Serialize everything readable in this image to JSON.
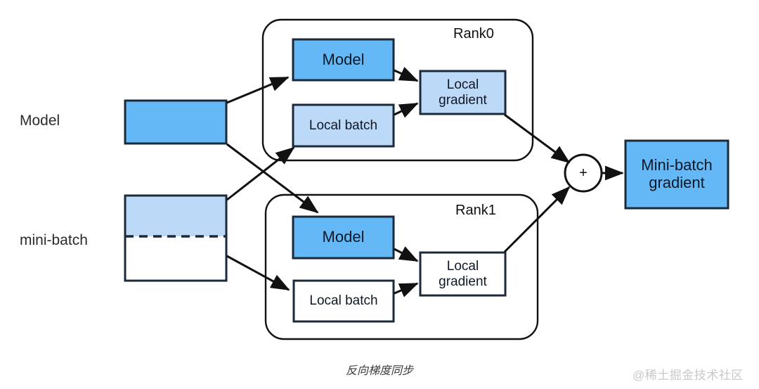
{
  "diagram": {
    "title_caption": "反向梯度同步",
    "watermark": "@稀土掘金技术社区",
    "colors": {
      "model_blue": "#63b8f5",
      "light_blue": "#bcd9f7",
      "white": "#ffffff",
      "stroke": "#1b2a3a",
      "arrow": "#111111",
      "text": "#101828",
      "watermark_gray": "#c9c9c9"
    },
    "side_labels": [
      {
        "id": "model-source-label",
        "text": "Model"
      },
      {
        "id": "mini-batch-source-label",
        "text": "mini-batch"
      }
    ],
    "source_boxes": [
      {
        "id": "model-source-box",
        "text": "",
        "fill": "#63b8f5"
      },
      {
        "id": "mini-batch-source-box",
        "text": "",
        "fill_top": "#bcd9f7",
        "fill_bottom": "#ffffff"
      }
    ],
    "ranks": [
      {
        "id": "rank0",
        "label": "Rank0",
        "nodes": [
          {
            "id": "rank0-model",
            "label": "Model",
            "fill": "#63b8f5"
          },
          {
            "id": "rank0-local-batch",
            "label": "Local batch",
            "fill": "#bcd9f7"
          },
          {
            "id": "rank0-local-gradient",
            "label": "Local\ngradient",
            "fill": "#bcd9f7"
          }
        ]
      },
      {
        "id": "rank1",
        "label": "Rank1",
        "nodes": [
          {
            "id": "rank1-model",
            "label": "Model",
            "fill": "#63b8f5"
          },
          {
            "id": "rank1-local-batch",
            "label": "Local batch",
            "fill": "#ffffff"
          },
          {
            "id": "rank1-local-gradient",
            "label": "Local\ngradient",
            "fill": "#ffffff"
          }
        ]
      }
    ],
    "aggregator": {
      "id": "sum-node",
      "symbol": "+"
    },
    "output": {
      "id": "mini-batch-gradient",
      "label": "Mini-batch\ngradient",
      "fill": "#63b8f5"
    }
  }
}
